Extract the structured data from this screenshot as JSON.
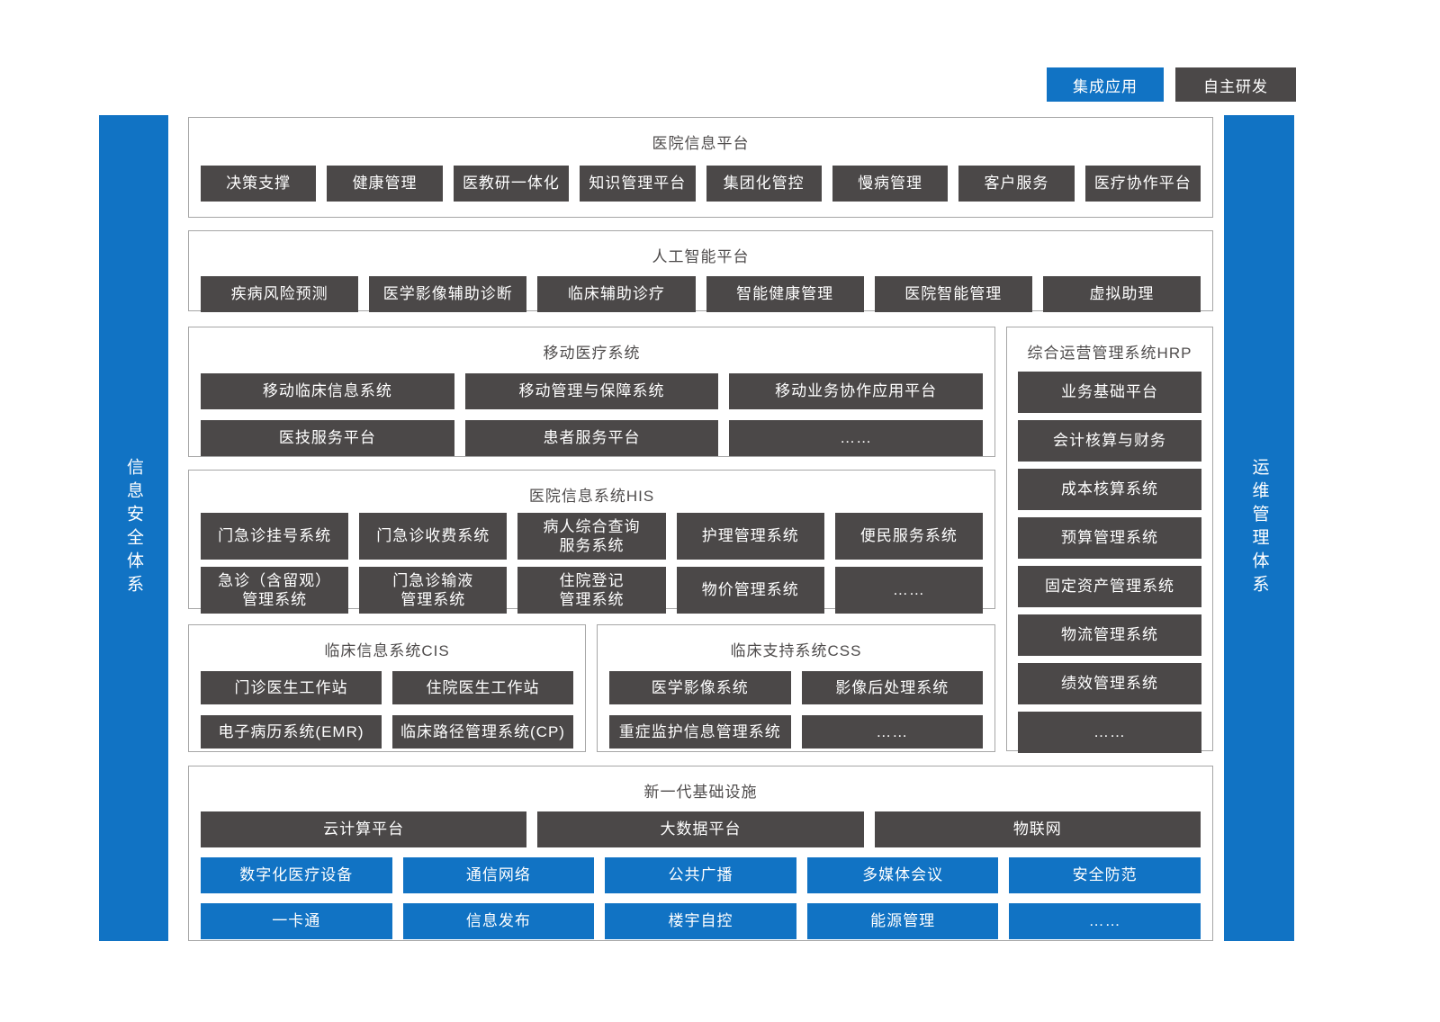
{
  "legend": {
    "integrated": {
      "label": "集成应用",
      "color": "#1173C4"
    },
    "self_developed": {
      "label": "自主研发",
      "color": "#4B4848"
    }
  },
  "side_bars": {
    "left": "信息安全体系",
    "right": "运维管理体系"
  },
  "sections": {
    "hip": {
      "title": "医院信息平台",
      "items": [
        "决策支撑",
        "健康管理",
        "医教研一体化",
        "知识管理平台",
        "集团化管控",
        "慢病管理",
        "客户服务",
        "医疗协作平台"
      ]
    },
    "ai": {
      "title": "人工智能平台",
      "items": [
        "疾病风险预测",
        "医学影像辅助诊断",
        "临床辅助诊疗",
        "智能健康管理",
        "医院智能管理",
        "虚拟助理"
      ]
    },
    "mobile": {
      "title": "移动医疗系统",
      "rows": [
        [
          "移动临床信息系统",
          "移动管理与保障系统",
          "移动业务协作应用平台"
        ],
        [
          "医技服务平台",
          "患者服务平台",
          "……"
        ]
      ]
    },
    "hrp": {
      "title": "综合运营管理系统HRP",
      "items": [
        "业务基础平台",
        "会计核算与财务",
        "成本核算系统",
        "预算管理系统",
        "固定资产管理系统",
        "物流管理系统",
        "绩效管理系统",
        "……"
      ]
    },
    "his": {
      "title": "医院信息系统HIS",
      "rows": [
        [
          "门急诊挂号系统",
          "门急诊收费系统",
          "病人综合查询\n服务系统",
          "护理管理系统",
          "便民服务系统"
        ],
        [
          "急诊（含留观）\n管理系统",
          "门急诊输液\n管理系统",
          "住院登记\n管理系统",
          "物价管理系统",
          "……"
        ]
      ]
    },
    "cis": {
      "title": "临床信息系统CIS",
      "rows": [
        [
          "门诊医生工作站",
          "住院医生工作站"
        ],
        [
          "电子病历系统(EMR)",
          "临床路径管理系统(CP)"
        ]
      ]
    },
    "css": {
      "title": "临床支持系统CSS",
      "rows": [
        [
          "医学影像系统",
          "影像后处理系统"
        ],
        [
          "重症监护信息管理系统",
          "……"
        ]
      ]
    },
    "infra": {
      "title": "新一代基础设施",
      "dark_row": [
        "云计算平台",
        "大数据平台",
        "物联网"
      ],
      "blue_rows": [
        [
          "数字化医疗设备",
          "通信网络",
          "公共广播",
          "多媒体会议",
          "安全防范"
        ],
        [
          "一卡通",
          "信息发布",
          "楼宇自控",
          "能源管理",
          "……"
        ]
      ]
    }
  },
  "colors": {
    "integrated_blue": "#1173C4",
    "self_developed_dark": "#4B4848",
    "section_border": "#A6A6A6",
    "title_text": "#4F4C4C"
  }
}
